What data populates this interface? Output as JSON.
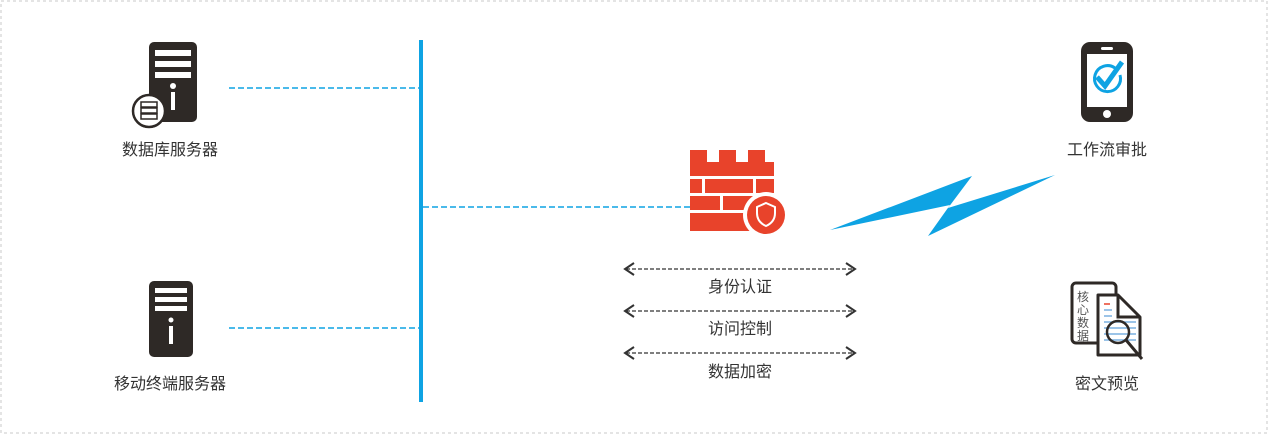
{
  "nodes": {
    "db_server": "数据库服务器",
    "mobile_server": "移动终端服务器",
    "workflow": "工作流审批",
    "preview": "密文预览",
    "core_data_lines": [
      "核",
      "心",
      "数",
      "据"
    ]
  },
  "features": [
    "身份认证",
    "访问控制",
    "数据加密"
  ],
  "colors": {
    "bus": "#0ea3e3",
    "firewall": "#e8432b",
    "icon_dark": "#2e2926",
    "label": "#333333",
    "border": "#c8c8c8"
  }
}
